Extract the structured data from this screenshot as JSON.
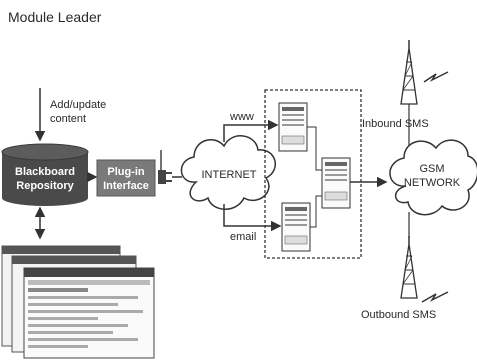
{
  "title": "Module Leader",
  "labels": {
    "add_update_line1": "Add/update",
    "add_update_line2": "content",
    "repository_line1": "Blackboard",
    "repository_line2": "Repository",
    "plugin_line1": "Plug-in",
    "plugin_line2": "Interface",
    "internet": "INTERNET",
    "www": "www",
    "email": "email",
    "gsm_line1": "GSM",
    "gsm_line2": "NETWORK",
    "inbound_sms": "Inbound SMS",
    "outbound_sms": "Outbound SMS"
  },
  "colors": {
    "repository_fill": "#4a4a4a",
    "plugin_fill": "#7a7a7a",
    "line": "#333333",
    "cloud_stroke": "#333333",
    "background": "#ffffff"
  },
  "icons": [
    "database-icon",
    "cloud-icon",
    "server-icon",
    "antenna-tower-icon",
    "lightning-icon",
    "browser-window-icon"
  ]
}
